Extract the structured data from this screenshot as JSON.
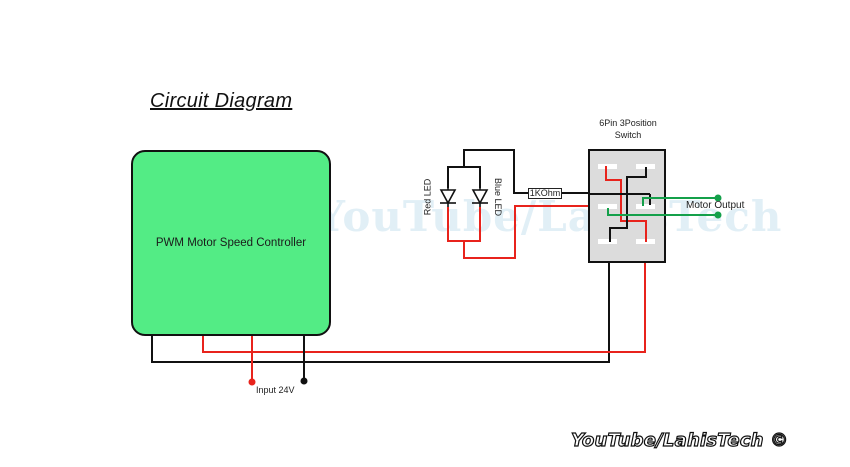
{
  "title": "Circuit Diagram",
  "components": {
    "controller": {
      "label": "PWM Motor Speed Controller",
      "fill": "#53ec85"
    },
    "switch": {
      "label_line1": "6Pin 3Position",
      "label_line2": "Switch",
      "fill": "#dcdcdc",
      "pins": 6
    },
    "resistor": {
      "label": "1KOhm"
    },
    "red_led": {
      "label": "Red LED"
    },
    "blue_led": {
      "label": "Blue LED"
    },
    "motor_output": {
      "label": "Motor Output",
      "terminals": 2
    },
    "power_input": {
      "label": "Input 24V",
      "terminals": [
        "positive",
        "negative"
      ]
    }
  },
  "wire_colors": {
    "positive": "#e8231c",
    "negative": "#111111",
    "motor": "#14a04a"
  },
  "watermark": "YouTube/LahisTech",
  "credit": "YouTube/LahisTech ©"
}
